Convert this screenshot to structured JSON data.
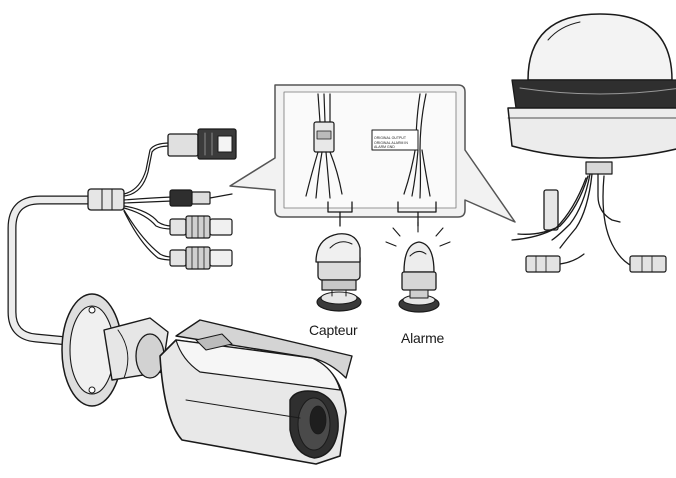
{
  "labels": {
    "sensor": "Capteur",
    "alarm": "Alarme"
  },
  "tag_text": [
    "ORIGINAL OUTPUT",
    "ORIGINAL ALARM IN",
    "ALARM GND"
  ],
  "colors": {
    "line": "#1a1a1a",
    "callout_fill": "#f2f2f2",
    "callout_stroke": "#555555",
    "cable_fill": "#ececec",
    "body_fill": "#e9e9e9"
  },
  "icons": [
    "rj45-connector-icon",
    "power-connector-icon",
    "bnc-connector-icon",
    "alarm-light-icon",
    "motion-sensor-icon"
  ]
}
